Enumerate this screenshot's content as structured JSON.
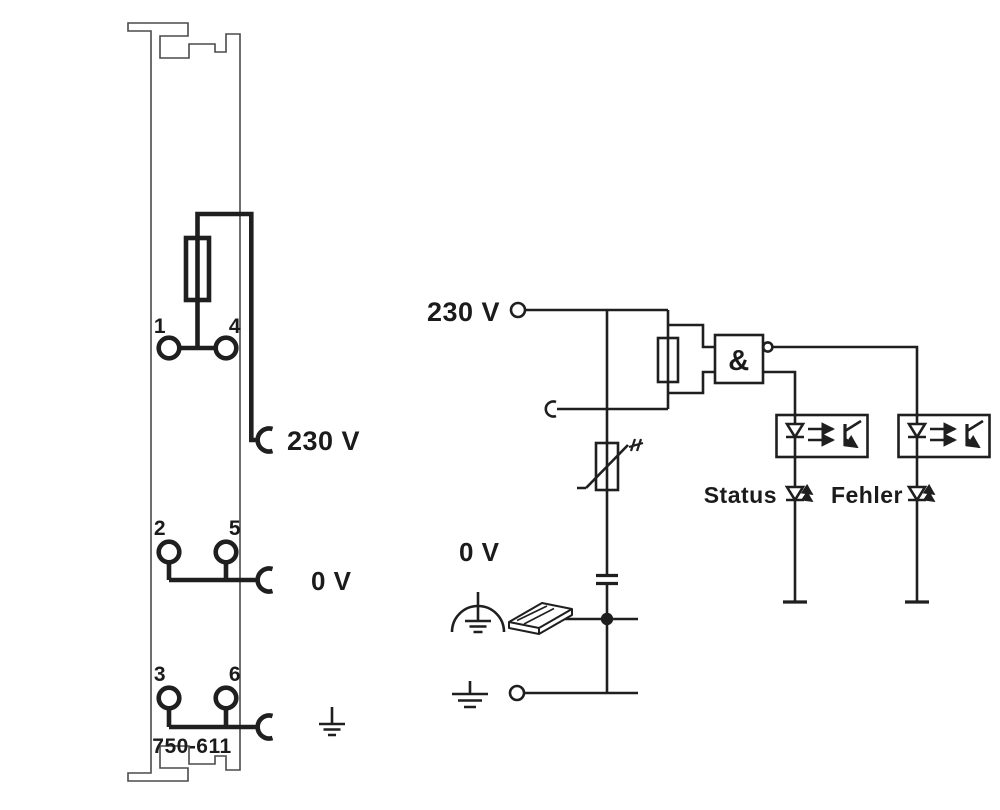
{
  "page": {
    "background": "#ffffff",
    "ink": "#1f1f1f"
  },
  "module": {
    "part_number": "750-611",
    "terminal_1": "1",
    "terminal_4": "4",
    "terminal_2": "2",
    "terminal_5": "5",
    "terminal_3": "3",
    "terminal_6": "6",
    "label_230v": "230 V",
    "label_0v": "0 V"
  },
  "schematic": {
    "label_230v": "230 V",
    "label_0v": "0 V",
    "and_gate": "&",
    "status": "Status",
    "error": "Fehler"
  },
  "symbols": {
    "module_fuse": "fuse-symbol",
    "schematic_fuse": "fuse-symbol",
    "varistor": "varistor-symbol",
    "capacitor": "capacitor-symbol",
    "earth_with_arc": "functional-earth-symbol",
    "earth_plain": "earth-symbol",
    "din_rail": "din-rail-symbol",
    "optocoupler": "optocoupler-symbol",
    "led": "led-symbol",
    "inverter_bubble": "inverter-bubble-icon",
    "socket": "socket-connector-symbol",
    "junction": "junction-dot"
  }
}
